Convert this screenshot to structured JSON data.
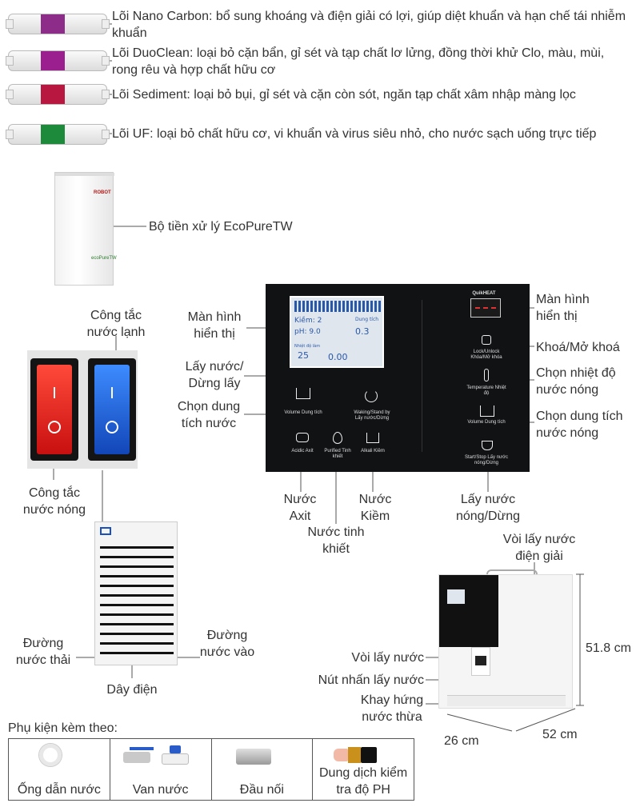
{
  "filters": [
    {
      "label": "Lõi Nano Carbon: bổ sung khoáng và điện giải có lợi, giúp diệt khuẩn và hạn chế tái nhiễm khuẩn",
      "band_color": "#8e2c8a"
    },
    {
      "label": "Lõi DuoClean: loại bỏ cặn bẩn, gỉ sét và tạp chất lơ lửng, đồng thời khử Clo, màu, mùi, rong rêu và hợp chất hữu cơ",
      "band_color": "#9b1f8f"
    },
    {
      "label": "Lõi Sediment: loại bỏ bụi, gỉ sét và cặn còn sót, ngăn tạp chất xâm nhập màng lọc",
      "band_color": "#b8183f"
    },
    {
      "label": "Lõi UF: loại bỏ chất hữu cơ, vi khuẩn và virus siêu nhỏ, cho nước sạch uống trực tiếp",
      "band_color": "#1d8a3b"
    }
  ],
  "prefilter": {
    "label": "Bộ tiền xử lý EcoPureTW",
    "brand": "ROBOT",
    "side_text": "ecoPureTW"
  },
  "panel_callouts": {
    "display_left": "Màn hình hiển thị",
    "dispense_stop": "Lấy nước/ Dừng lấy",
    "choose_volume": "Chọn dung tích nước",
    "acid_water": "Nước Axit",
    "purified_water": "Nước tinh khiết",
    "alkaline_water": "Nước Kiềm",
    "display_right": "Màn hình hiển thị",
    "lock_unlock": "Khoá/Mở khoá",
    "hot_temp": "Chọn nhiệt độ nước nóng",
    "hot_volume": "Chọn dung tích nước nóng",
    "hot_dispense": "Lấy nước nóng/Dừng"
  },
  "panel": {
    "lcd_row1": "Kiềm: 2",
    "lcd_row2": "pH: 9.0",
    "lcd_vol_label": "Dung tích",
    "lcd_vol": "0.3",
    "lcd_temp_label": "Nhiệt độ làm",
    "lcd_temp": "25",
    "lcd_flow": "0.00",
    "volume_btn": "Volume Dung tích",
    "waking_btn": "Waking/Stand by Lấy nước/Dừng",
    "acidic_btn": "Acidic Axit",
    "purified_btn": "Purified Tinh khiết",
    "alkali_btn": "Alkali Kiềm",
    "quickheat": "QuikHEAT",
    "lock_btn": "Lock/Unlock Khóa/Mở khóa",
    "temp_btn": "Temperature Nhiệt độ",
    "hot_volume_btn": "Volume Dung tích",
    "start_stop_btn": "Start/Stop Lấy nước nóng/Dừng"
  },
  "switches": {
    "cold_label": "Công tắc nước lạnh",
    "hot_label": "Công tắc nước nóng",
    "hot_color": "#e02020",
    "cold_color": "#1f66e0"
  },
  "back_callouts": {
    "drain": "Đường nước thải",
    "inlet": "Đường nước vào",
    "power": "Dây điện"
  },
  "machine_callouts": {
    "faucet_electrolyte": "Vòi lấy nước điện giải",
    "faucet": "Vòi lấy nước",
    "push_button": "Nút nhấn lấy nước",
    "drip_tray": "Khay hứng nước thừa",
    "height": "51.8 cm",
    "depth": "26 cm",
    "width": "52 cm"
  },
  "accessories": {
    "heading": "Phụ kiện kèm theo:",
    "items": [
      "Ống dẫn nước",
      "Van nước",
      "Đầu nối",
      "Dung dịch kiểm tra độ PH"
    ]
  }
}
